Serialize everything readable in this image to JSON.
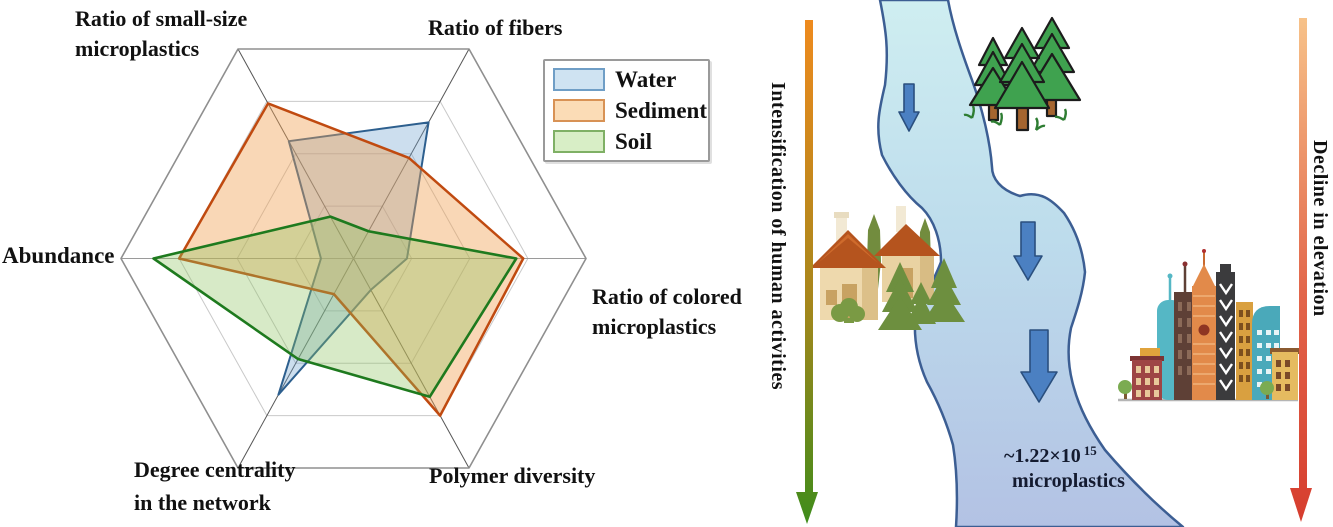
{
  "chart_data": {
    "type": "radar",
    "categories": [
      "Ratio of small-size microplastics",
      "Ratio of fibers",
      "Ratio of colored microplastics",
      "Polymer diversity",
      "Degree centrality in the network",
      "Abundance"
    ],
    "series": [
      {
        "name": "Water",
        "values": [
          0.56,
          0.65,
          0.23,
          0.15,
          0.65,
          0.14
        ],
        "stroke": "#2d5f8e",
        "fill": "rgba(110,160,205,0.35)"
      },
      {
        "name": "Sediment",
        "values": [
          0.74,
          0.48,
          0.73,
          0.75,
          0.17,
          0.75
        ],
        "stroke": "#c04a10",
        "fill": "rgba(240,160,80,0.42)"
      },
      {
        "name": "Soil",
        "values": [
          0.2,
          0.13,
          0.7,
          0.66,
          0.48,
          0.86
        ],
        "stroke": "#1e7a1e",
        "fill": "rgba(140,195,95,0.35)"
      }
    ],
    "rmax": 1,
    "rings": [
      0.25,
      0.5,
      0.75
    ],
    "grid": true,
    "legend_position": "top-right"
  },
  "radar_labels": {
    "small_size": [
      "Ratio of small-size",
      "microplastics"
    ],
    "fibers": "Ratio of fibers",
    "abundance": "Abundance",
    "colored": [
      "Ratio of colored",
      "microplastics"
    ],
    "degree": [
      "Degree centrality",
      "in the network"
    ],
    "polymer": "Polymer diversity"
  },
  "legend": {
    "items": [
      {
        "label": "Water",
        "fill": "#cfe3f2",
        "border": "#6f9ec6"
      },
      {
        "label": "Sediment",
        "fill": "#fbdcb6",
        "border": "#d89255"
      },
      {
        "label": "Soil",
        "fill": "#d8eec6",
        "border": "#7fb065"
      }
    ]
  },
  "illustration": {
    "left_arrow_label": "Intensification of human activities",
    "right_arrow_label": "Decline in elevation",
    "river_label": {
      "base": "~1.22×10",
      "exponent": "15",
      "line2": "microplastics"
    },
    "colors": {
      "left_arrow_top": "#ee8a1e",
      "left_arrow_mid": "#a8871c",
      "left_arrow_bottom": "#3f8c1b",
      "right_arrow_top": "#f7c289",
      "right_arrow_mid": "#e2654a",
      "right_arrow_bottom": "#d63d2e",
      "river_top": "#cfeef1",
      "river_mid": "#bddcec",
      "river_bottom": "#b3c2e4",
      "river_border": "#3c5e93",
      "flow_arrow_fill": "#4b80c2",
      "flow_arrow_border": "#2a4f7e"
    }
  }
}
